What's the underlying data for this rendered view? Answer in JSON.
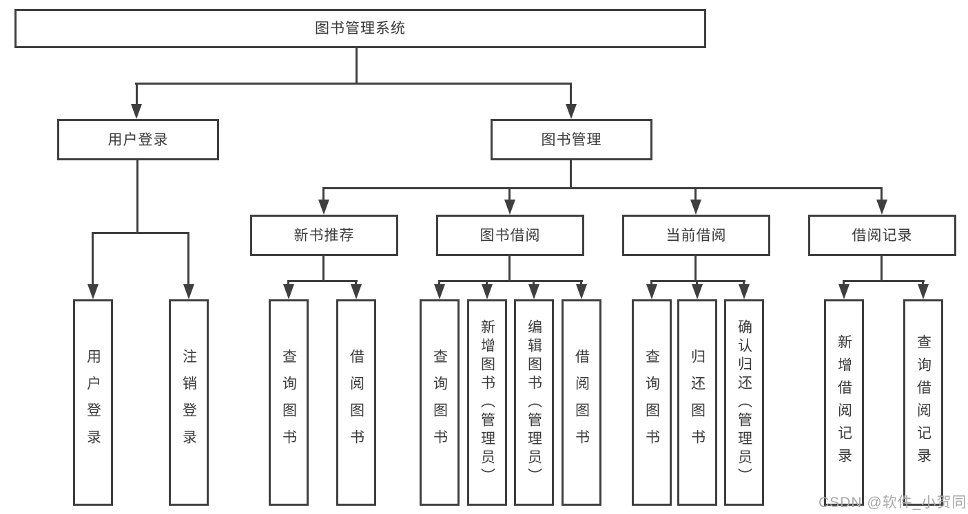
{
  "tree": {
    "label": "图书管理系统",
    "children": [
      {
        "label": "用户登录",
        "children": [
          {
            "label": "用户登录"
          },
          {
            "label": "注销登录"
          }
        ]
      },
      {
        "label": "图书管理",
        "children": [
          {
            "label": "新书推荐",
            "children": [
              {
                "label": "查询图书"
              },
              {
                "label": "借阅图书"
              }
            ]
          },
          {
            "label": "图书借阅",
            "children": [
              {
                "label": "查询图书"
              },
              {
                "label": "新增图书（管理员）"
              },
              {
                "label": "编辑图书（管理员）"
              },
              {
                "label": "借阅图书"
              }
            ]
          },
          {
            "label": "当前借阅",
            "children": [
              {
                "label": "查询图书"
              },
              {
                "label": "归还图书"
              },
              {
                "label": "确认归还（管理员）"
              }
            ]
          },
          {
            "label": "借阅记录",
            "children": [
              {
                "label": "新增借阅记录"
              },
              {
                "label": "查询借阅记录"
              }
            ]
          }
        ]
      }
    ]
  },
  "watermark": {
    "text": "CSDN @软件_小贺同学"
  },
  "colors": {
    "line": "#3f3f3f",
    "text": "#3a3a3a",
    "watermark": "#a8a8a8",
    "background": "#ffffff"
  }
}
